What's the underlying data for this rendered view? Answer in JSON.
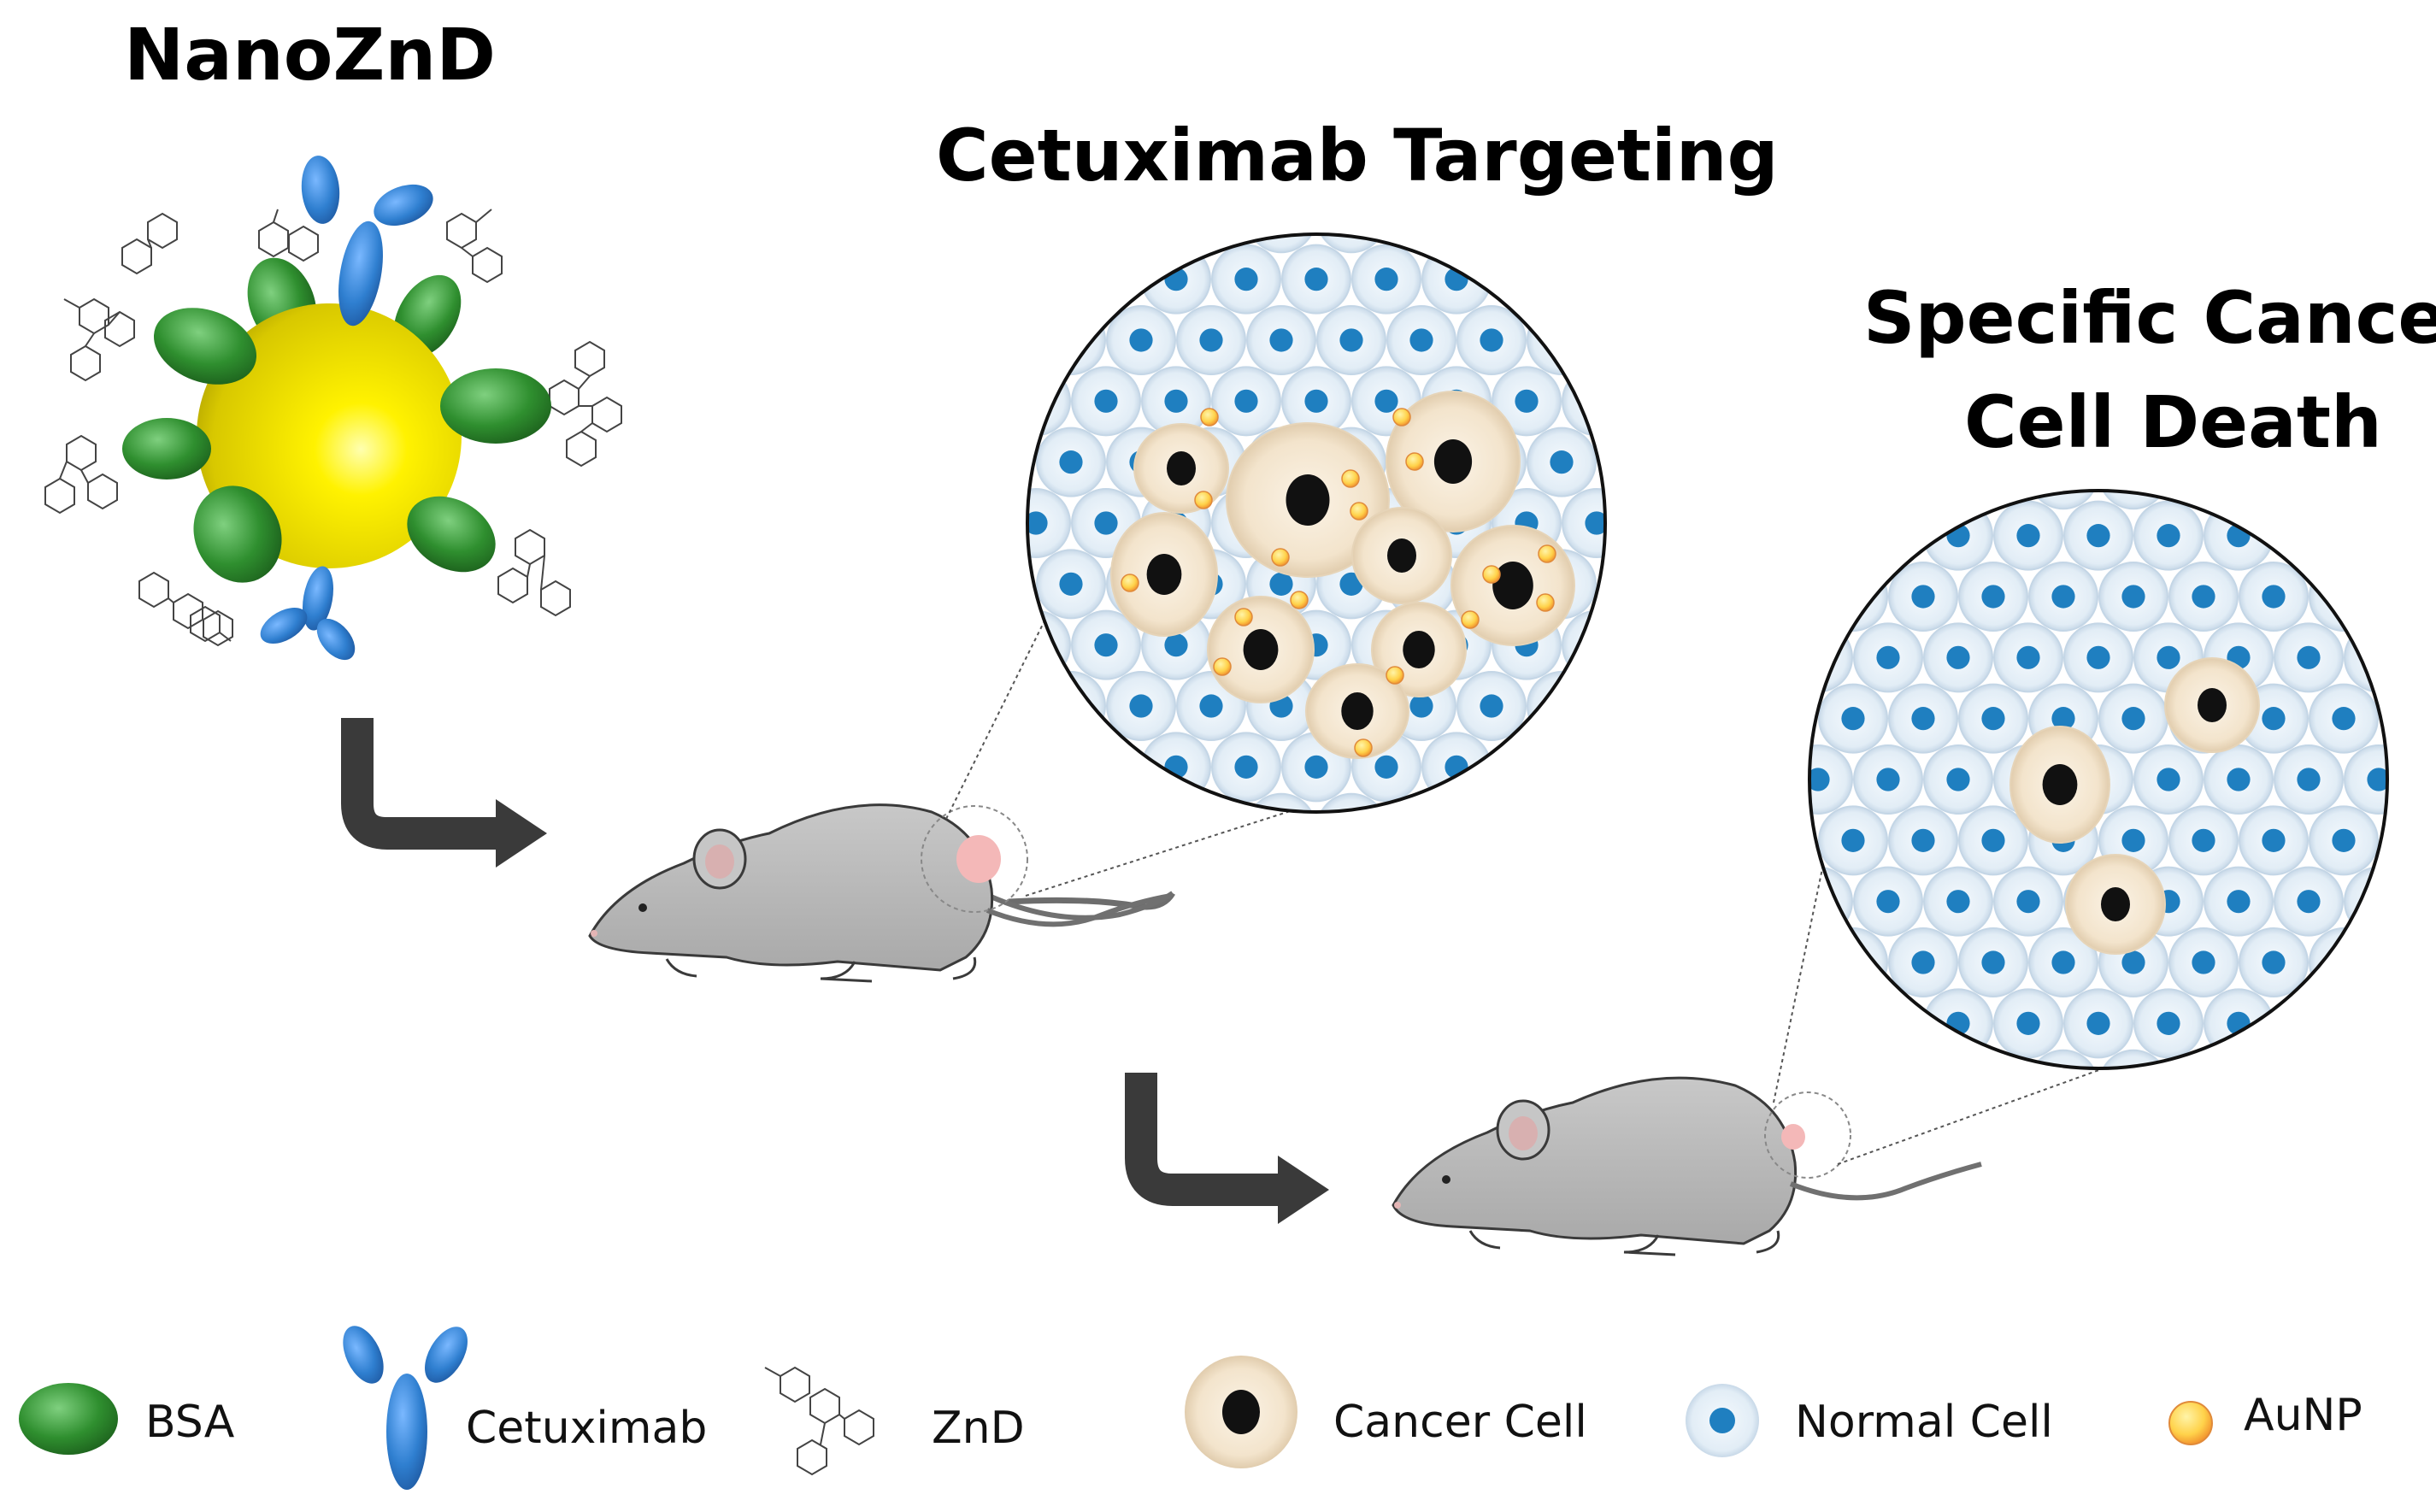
{
  "titles": {
    "nanoznd": "NanoZnD",
    "targeting": "Cetuximab Targeting",
    "death_line1": "Specific Cancer",
    "death_line2": "Cell Death"
  },
  "legend": {
    "bsa": "BSA",
    "cetuximab": "Cetuximab",
    "znd": "ZnD",
    "cancer_cell": "Cancer Cell",
    "normal_cell": "Normal Cell",
    "aunp": "AuNP"
  },
  "colors": {
    "gold_core": "#f2e600",
    "bsa_green": "#2e8b2e",
    "antibody_blue": "#2f7fd0",
    "cancer_cell_fill": "#f3e6d2",
    "normal_cell_fill": "#e3eef7",
    "normal_nucleus": "#1f7fc0",
    "aunp_fill": "#ffd24a",
    "arrow": "#3a3a3a",
    "mouse_gray": "#b8b8b8",
    "tumor_pink": "#f3b6b6"
  }
}
